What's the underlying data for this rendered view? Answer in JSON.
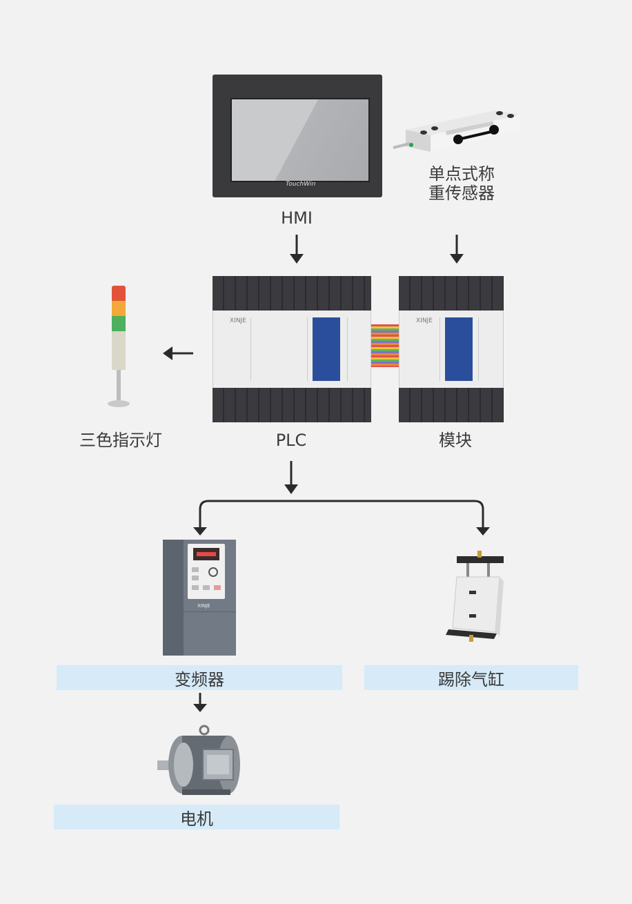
{
  "hmi": {
    "label": "HMI",
    "brand": "TouchWin"
  },
  "sensor": {
    "label_line1": "单点式称",
    "label_line2": "重传感器"
  },
  "plc": {
    "label": "PLC",
    "brand": "XINJE"
  },
  "module": {
    "label": "模块",
    "brand": "XINJE"
  },
  "tower_light": {
    "label": "三色指示灯"
  },
  "inverter": {
    "label": "变频器",
    "brand": "XINJE"
  },
  "cylinder": {
    "label": "踢除气缸"
  },
  "motor": {
    "label": "电机"
  },
  "colors": {
    "background": "#f2f2f3",
    "band": "#d6eaf8",
    "arrow": "#2b2b2b",
    "panel_blue": "#2a4e9b",
    "device_dark": "#3b3b3f"
  }
}
